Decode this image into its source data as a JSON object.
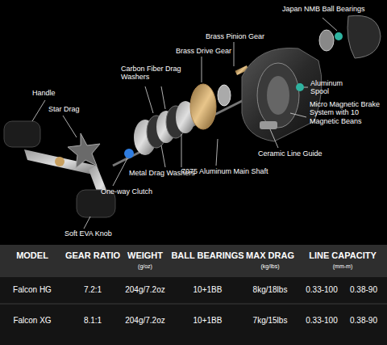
{
  "diagram": {
    "labels": [
      "Japan NMB Ball Bearings",
      "Brass Pinion Gear",
      "Brass Drive Gear",
      "Carbon Fiber Drag Washers",
      "Handle",
      "Star Drag",
      "Aluminum Spool",
      "Micro Magnetic Brake System with 10 Magnetic Beans",
      "Ceramic Line Guide",
      "7075 Aluminum Main Shaft",
      "Metal Drag Washers",
      "One-way Clutch",
      "Soft EVA Knob",
      "MODEL",
      "GEAR RATIO",
      "WEIGHT",
      "(g/oz)",
      "BALL BEARINGS",
      "MAX DRAG",
      "(kg/lbs)",
      "LINE CAPACITY",
      "(mm-m)",
      "Falcon HG",
      "7.2:1",
      "204g/7.2oz",
      "10+1BB",
      "8kg/18lbs",
      "0.33-100",
      "0.38-90",
      "Falcon XG",
      "8.1:1",
      "204g/7.2oz",
      "10+1BB",
      "7kg/15lbs",
      "0.33-100",
      "0.38-90"
    ]
  }
}
